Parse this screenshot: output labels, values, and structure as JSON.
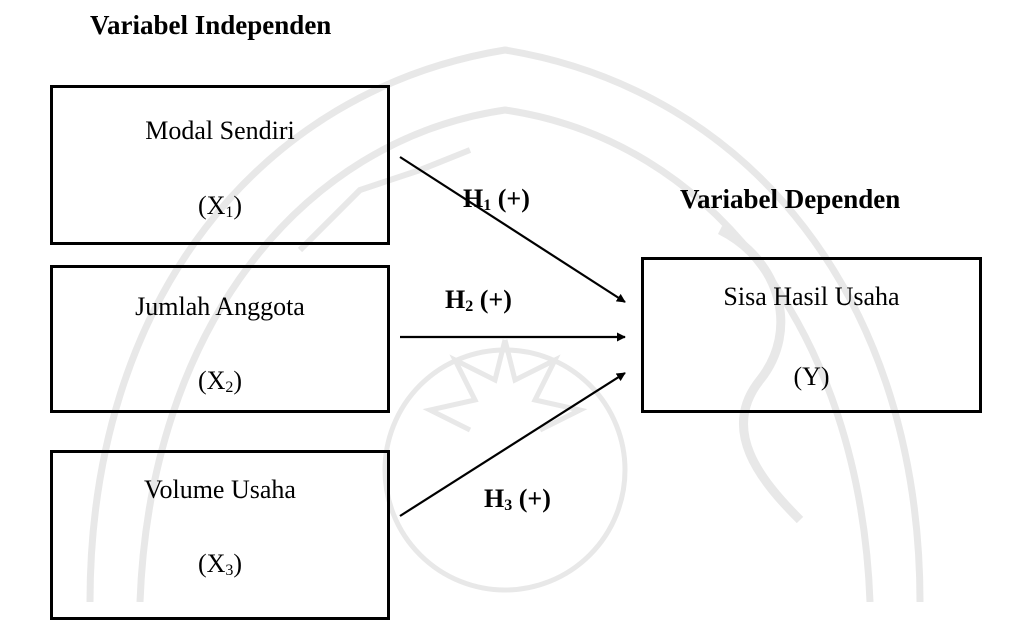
{
  "diagram": {
    "independent_heading": "Variabel Independen",
    "dependent_heading": "Variabel Dependen",
    "independent_vars": [
      {
        "name": "Modal Sendiri",
        "code_main": "(X",
        "code_sub": "1",
        "code_end": ")"
      },
      {
        "name": "Jumlah Anggota",
        "code_main": "(X",
        "code_sub": "2",
        "code_end": ")"
      },
      {
        "name": "Volume Usaha",
        "code_main": "(X",
        "code_sub": "3",
        "code_end": ")"
      }
    ],
    "dependent_var": {
      "name": "Sisa Hasil Usaha",
      "code": "(Y)"
    },
    "hypotheses": [
      {
        "main": "H",
        "sub": "1",
        "sign": " (+)"
      },
      {
        "main": "H",
        "sub": "2",
        "sign": " (+)"
      },
      {
        "main": "H",
        "sub": "3",
        "sign": " (+)"
      }
    ]
  },
  "colors": {
    "line": "#000000",
    "watermark": "#e6e6e6"
  }
}
